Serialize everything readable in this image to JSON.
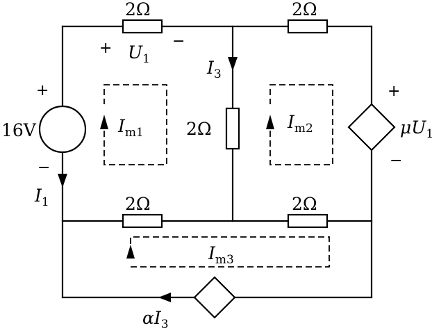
{
  "resistors": {
    "top_left": "2Ω",
    "top_right": "2Ω",
    "middle": "2Ω",
    "bottom_left": "2Ω",
    "bottom_right": "2Ω"
  },
  "voltage_source": {
    "value": "16V",
    "plus": "+",
    "minus": "−"
  },
  "dependent_voltage_source": {
    "coef": "μ",
    "var": "U",
    "sub": "1",
    "plus": "+",
    "minus": "−"
  },
  "dependent_current_source": {
    "coef": "α",
    "var": "I",
    "sub": "3"
  },
  "u1": {
    "plus": "+",
    "var": "U",
    "sub": "1",
    "minus": "−"
  },
  "currents": {
    "i1": {
      "var": "I",
      "sub": "1"
    },
    "i3": {
      "var": "I",
      "sub": "3"
    }
  },
  "mesh_currents": [
    {
      "var": "I",
      "sub": "m1"
    },
    {
      "var": "I",
      "sub": "m2"
    },
    {
      "var": "I",
      "sub": "m3"
    }
  ]
}
